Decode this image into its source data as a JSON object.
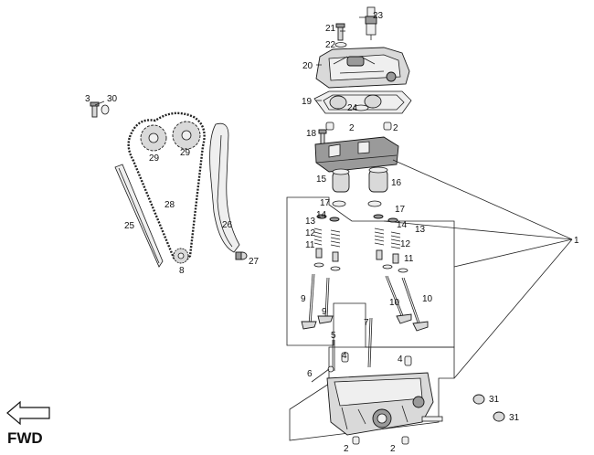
{
  "diagram": {
    "direction_label": "FWD",
    "callouts": [
      {
        "id": "c23",
        "text": "23"
      },
      {
        "id": "c21",
        "text": "21"
      },
      {
        "id": "c22",
        "text": "22"
      },
      {
        "id": "c20",
        "text": "20"
      },
      {
        "id": "c19",
        "text": "19"
      },
      {
        "id": "c24",
        "text": "24"
      },
      {
        "id": "c2a",
        "text": "2"
      },
      {
        "id": "c2b",
        "text": "2"
      },
      {
        "id": "c18",
        "text": "18"
      },
      {
        "id": "c15",
        "text": "15"
      },
      {
        "id": "c16",
        "text": "16"
      },
      {
        "id": "c17a",
        "text": "17"
      },
      {
        "id": "c17b",
        "text": "17"
      },
      {
        "id": "c13a",
        "text": "13"
      },
      {
        "id": "c14a",
        "text": "14"
      },
      {
        "id": "c12a",
        "text": "12"
      },
      {
        "id": "c11a",
        "text": "11"
      },
      {
        "id": "c14b",
        "text": "14"
      },
      {
        "id": "c13b",
        "text": "13"
      },
      {
        "id": "c12b",
        "text": "12"
      },
      {
        "id": "c11b",
        "text": "11"
      },
      {
        "id": "c9a",
        "text": "9"
      },
      {
        "id": "c9b",
        "text": "9"
      },
      {
        "id": "c10a",
        "text": "10"
      },
      {
        "id": "c10b",
        "text": "10"
      },
      {
        "id": "c1",
        "text": "1"
      },
      {
        "id": "c3",
        "text": "3"
      },
      {
        "id": "c30",
        "text": "30"
      },
      {
        "id": "c29a",
        "text": "29"
      },
      {
        "id": "c29b",
        "text": "29"
      },
      {
        "id": "c28",
        "text": "28"
      },
      {
        "id": "c25",
        "text": "25"
      },
      {
        "id": "c26",
        "text": "26"
      },
      {
        "id": "c27",
        "text": "27"
      },
      {
        "id": "c8",
        "text": "8"
      },
      {
        "id": "c5",
        "text": "5"
      },
      {
        "id": "c7",
        "text": "7"
      },
      {
        "id": "c4a",
        "text": "4"
      },
      {
        "id": "c4b",
        "text": "4"
      },
      {
        "id": "c6",
        "text": "6"
      },
      {
        "id": "c31a",
        "text": "31"
      },
      {
        "id": "c31b",
        "text": "31"
      },
      {
        "id": "c2c",
        "text": "2"
      },
      {
        "id": "c2d",
        "text": "2"
      }
    ]
  }
}
